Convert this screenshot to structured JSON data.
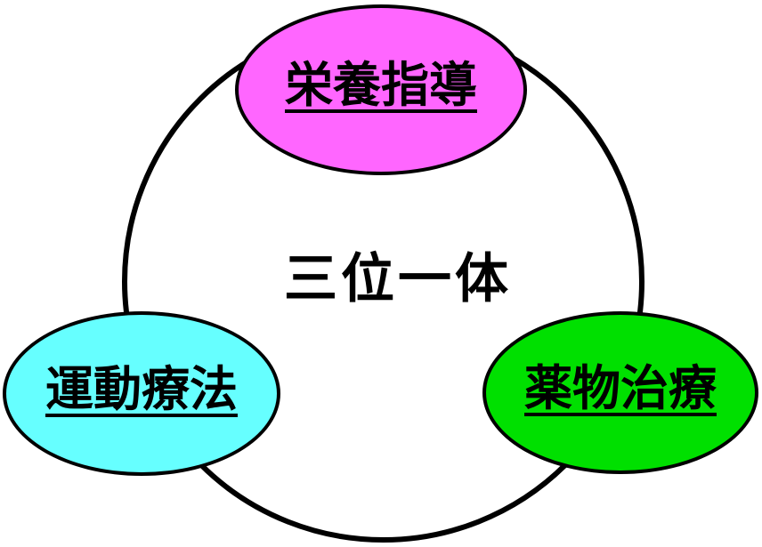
{
  "diagram": {
    "center_label": "三位一体",
    "outline_color": "#000000",
    "background_color": "#ffffff",
    "text_color": "#000000",
    "nodes": [
      {
        "id": "nutrition-guidance",
        "label": "栄養指導",
        "fill": "#ff66ff",
        "position": "top"
      },
      {
        "id": "exercise-therapy",
        "label": "運動療法",
        "fill": "#66ffff",
        "position": "bottom-left"
      },
      {
        "id": "drug-treatment",
        "label": "薬物治療",
        "fill": "#00e000",
        "position": "bottom-right"
      }
    ]
  }
}
